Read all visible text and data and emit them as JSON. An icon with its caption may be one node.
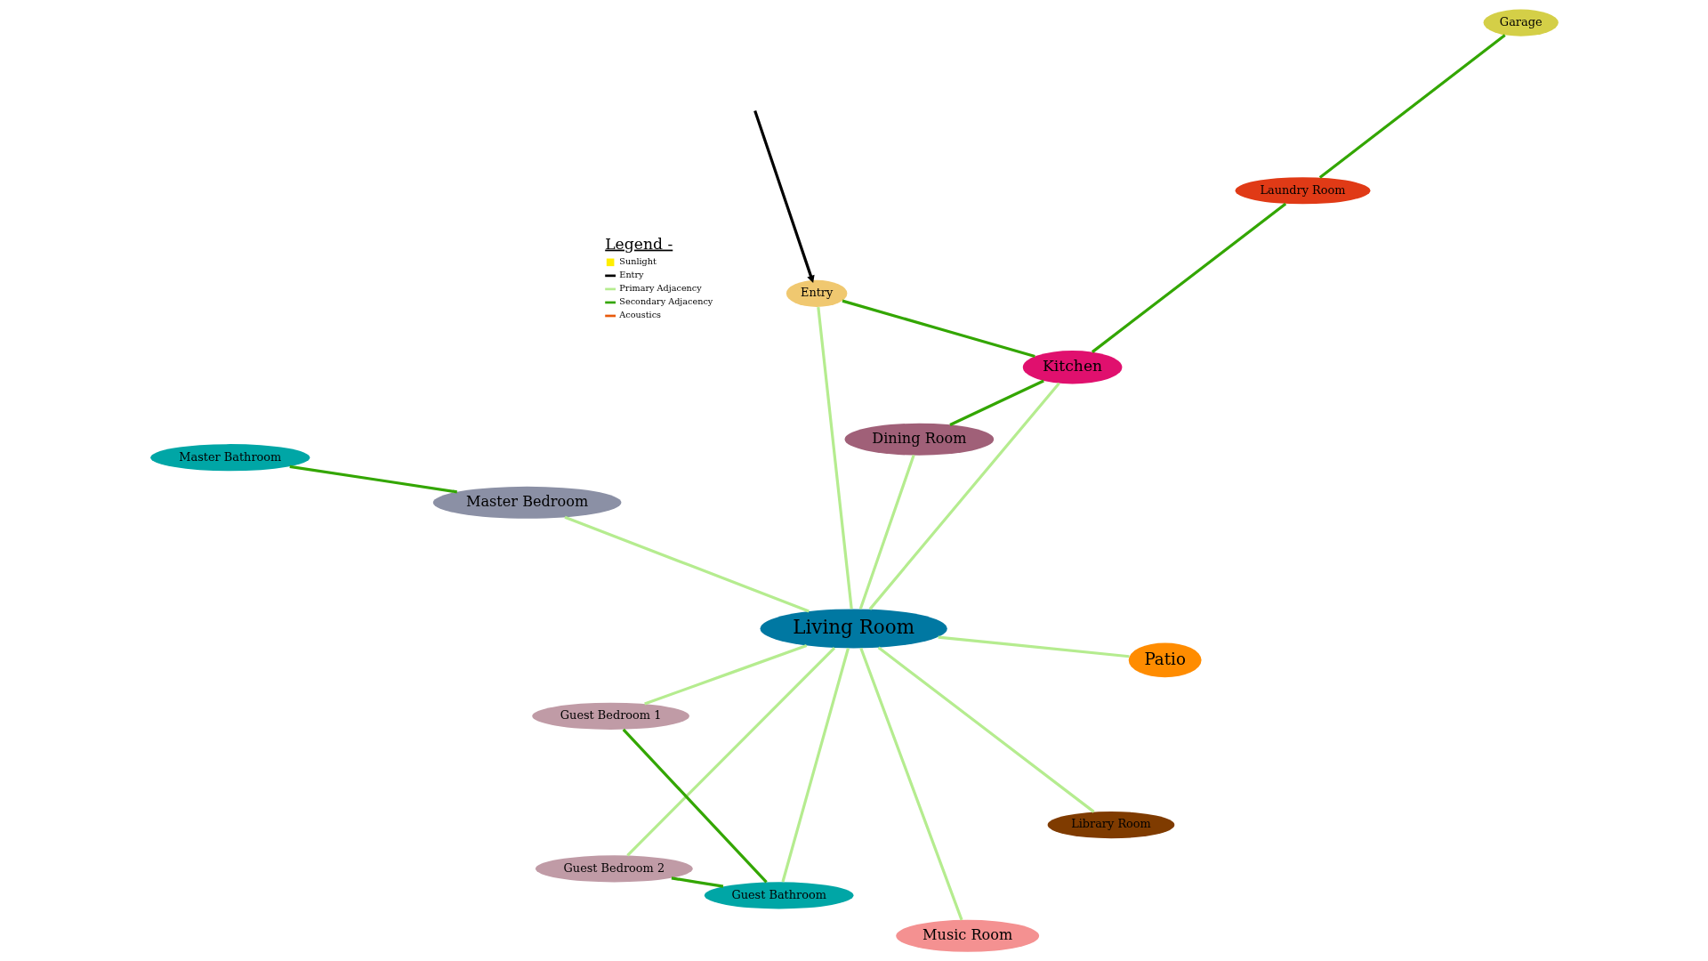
{
  "diagram": {
    "nodes": [
      {
        "text": [
          "Master Bathroom"
        ]
      },
      {
        "text": [
          "Patio"
        ]
      },
      {
        "text": [
          "Music Room"
        ]
      },
      {
        "text": [
          "Master Bedroom"
        ]
      },
      {
        "text": [
          "Living Room"
        ]
      },
      {
        "text": [
          "Dining Room"
        ]
      },
      {
        "text": [
          "Guest Bedroom 1"
        ]
      },
      {
        "text": [
          "Guest Bathroom"
        ]
      },
      {
        "text": [
          "Guest Bedroom 2"
        ]
      },
      {
        "text": [
          "Library Room"
        ]
      },
      {
        "text": [
          "Entry"
        ]
      },
      {
        "text": [
          "Kitchen"
        ]
      },
      {
        "text": [
          "Laundry Room"
        ]
      },
      {
        "text": [
          "Garage"
        ]
      }
    ],
    "edges": [
      {
        "from": 4,
        "to": 1,
        "arrow": "none"
      },
      {
        "from": 4,
        "to": 2,
        "arrow": "none"
      },
      {
        "from": 4,
        "to": 3,
        "arrow": "none"
      },
      {
        "from": 4,
        "to": 5,
        "arrow": "none"
      },
      {
        "from": 4,
        "to": 6,
        "arrow": "none"
      },
      {
        "from": 4,
        "to": 7,
        "arrow": "none"
      },
      {
        "from": 4,
        "to": 8,
        "arrow": "none"
      },
      {
        "from": 4,
        "to": 9,
        "arrow": "none"
      },
      {
        "from": 4,
        "to": 10,
        "arrow": "none"
      },
      {
        "from": 4,
        "to": 11,
        "arrow": "none"
      },
      {
        "from": 0,
        "to": 3,
        "arrow": "none",
        "color": "#33a600"
      },
      {
        "from": 6,
        "to": 7,
        "arrow": "none",
        "color": "#33a600"
      },
      {
        "from": 7,
        "to": 8,
        "arrow": "none",
        "color": "#33a600"
      },
      {
        "from": 5,
        "to": 11,
        "arrow": "none",
        "color": "#33a600"
      },
      {
        "from": 10,
        "to": 11,
        "arrow": "none",
        "color": "#33a600"
      },
      {
        "from": 11,
        "to": 12,
        "arrow": "none",
        "color": "#33a600"
      },
      {
        "from": 12,
        "to": 13,
        "arrow": "none",
        "color": "#33a600"
      },
      {
        "from": null,
        "to": 10,
        "arrow": "to",
        "color": "#000000"
      }
    ],
    "labels": [
      "Legend -"
    ],
    "legend": [
      {
        "text": "Sunlight",
        "color": "#ffee00"
      },
      {
        "text": "Entry"
      },
      {
        "text": "Primary Adjacency"
      },
      {
        "text": "Secondary Adjacency"
      },
      {
        "text": "Acoustics"
      }
    ]
  }
}
